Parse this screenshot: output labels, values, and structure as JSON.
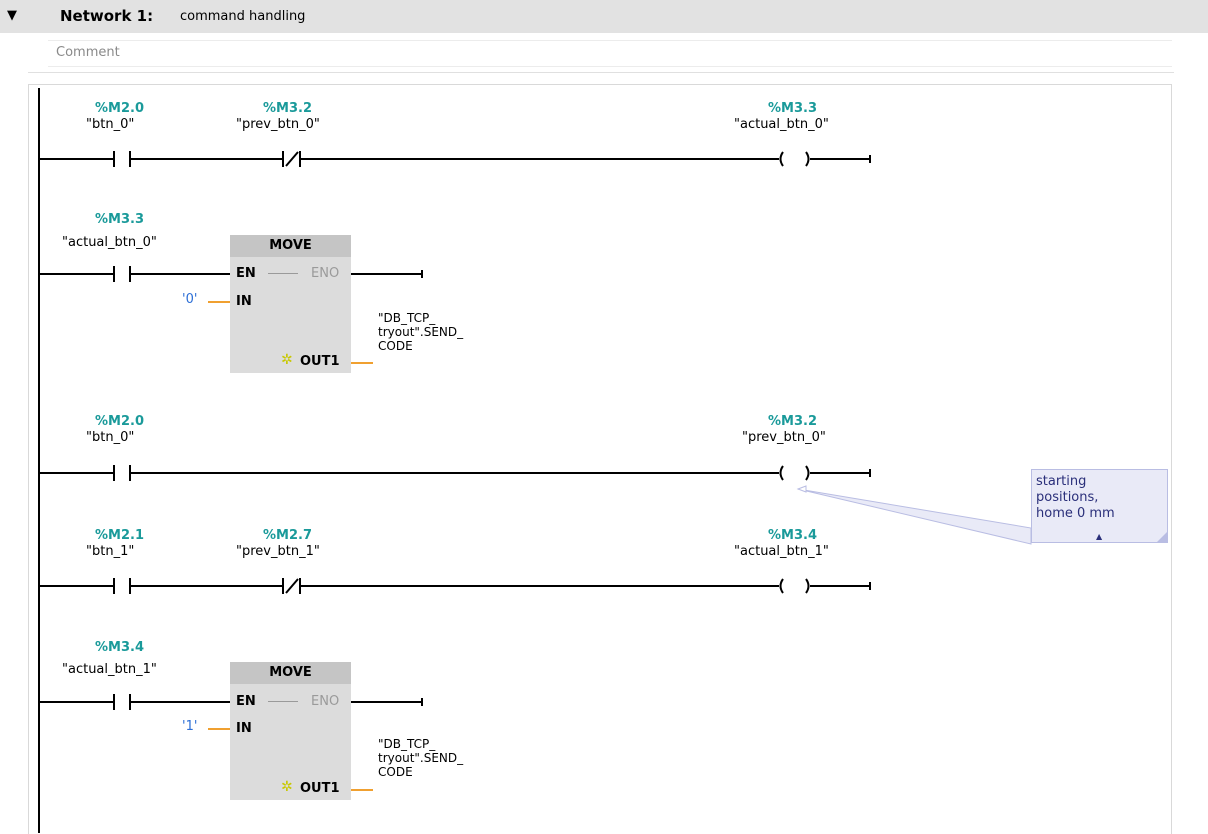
{
  "network": {
    "collapse_glyph": "▼",
    "title": "Network 1:",
    "name": "command handling",
    "comment_placeholder": "Comment"
  },
  "rungs": [
    {
      "contacts": [
        {
          "address": "%M2.0",
          "tag": "\"btn_0\"",
          "type": "NO"
        },
        {
          "address": "%M3.2",
          "tag": "\"prev_btn_0\"",
          "type": "NC"
        }
      ],
      "coil": {
        "address": "%M3.3",
        "tag": "\"actual_btn_0\""
      }
    },
    {
      "contacts": [
        {
          "address": "%M3.3",
          "tag": "\"actual_btn_0\"",
          "type": "NO"
        }
      ],
      "move": {
        "title": "MOVE",
        "en": "EN",
        "eno": "ENO",
        "in": "IN",
        "out": "OUT1",
        "in_value": "'0'",
        "out_tag": [
          "\"DB_TCP_",
          "tryout\".SEND_",
          "CODE"
        ]
      }
    },
    {
      "contacts": [
        {
          "address": "%M2.0",
          "tag": "\"btn_0\"",
          "type": "NO"
        }
      ],
      "coil": {
        "address": "%M3.2",
        "tag": "\"prev_btn_0\""
      }
    },
    {
      "contacts": [
        {
          "address": "%M2.1",
          "tag": "\"btn_1\"",
          "type": "NO"
        },
        {
          "address": "%M2.7",
          "tag": "\"prev_btn_1\"",
          "type": "NC"
        }
      ],
      "coil": {
        "address": "%M3.4",
        "tag": "\"actual_btn_1\""
      }
    },
    {
      "contacts": [
        {
          "address": "%M3.4",
          "tag": "\"actual_btn_1\"",
          "type": "NO"
        }
      ],
      "move": {
        "title": "MOVE",
        "en": "EN",
        "eno": "ENO",
        "in": "IN",
        "out": "OUT1",
        "in_value": "'1'",
        "out_tag": [
          "\"DB_TCP_",
          "tryout\".SEND_",
          "CODE"
        ]
      }
    }
  ],
  "note": {
    "lines": [
      "starting",
      "positions,",
      "home 0 mm"
    ]
  },
  "colors": {
    "address": "#1a9a9a",
    "wire": "#000000",
    "operand_line": "#f0a030",
    "constant": "#2d6fd6",
    "note_bg": "#e9eaf7",
    "note_border": "#b9bde3"
  }
}
